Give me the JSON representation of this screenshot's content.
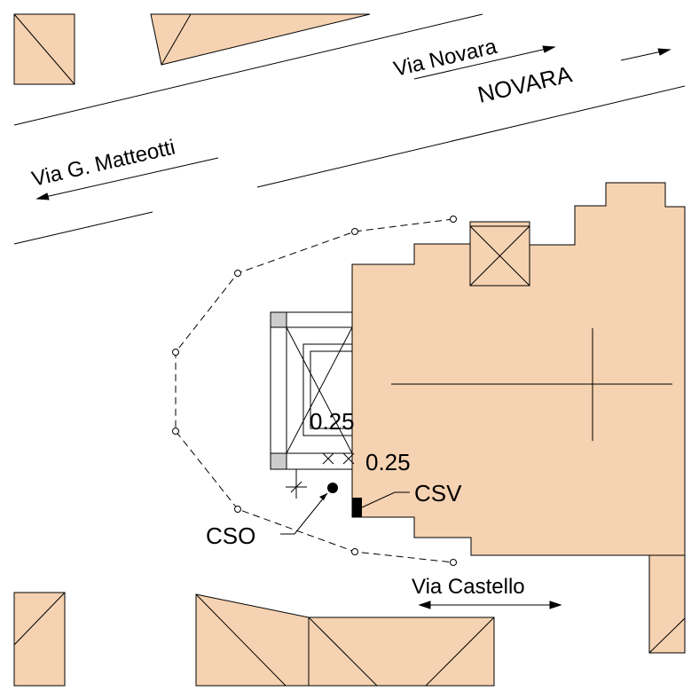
{
  "colors": {
    "building_fill": "#f5d2b1",
    "line": "#000000",
    "grey_corner": "#cccccc",
    "background": "#ffffff"
  },
  "labels": {
    "street_novara": "Via Novara",
    "city": "NOVARA",
    "street_matteotti": "Via G. Matteotti",
    "street_castello": "Via Castello",
    "dim_vertical": "0.25",
    "dim_horizontal": "0.25",
    "csv": "CSV",
    "cso": "CSO"
  }
}
